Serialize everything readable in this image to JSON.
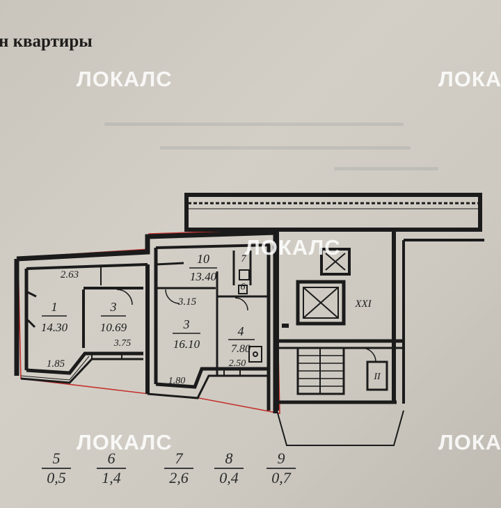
{
  "document": {
    "title": "н квартиры"
  },
  "watermark": {
    "text": "ЛОКАЛС"
  },
  "rooms": [
    {
      "number": "1",
      "area": "14.30"
    },
    {
      "number": "3",
      "area": "10.69"
    },
    {
      "number": "3",
      "area": "16.10"
    },
    {
      "number": "10",
      "area": "13.40"
    },
    {
      "number": "4",
      "area": "7.80"
    },
    {
      "number": "7",
      "area": ""
    },
    {
      "number": "6",
      "area": ""
    },
    {
      "number": "8",
      "area": ""
    },
    {
      "number": "9",
      "area": ""
    }
  ],
  "dimensions": {
    "d1": "2.63",
    "d2": "3.15",
    "d3": "3.75",
    "d4": "1.85",
    "d5": "1.80",
    "d6": "2.50"
  },
  "stair_labels": {
    "upper": "XXI",
    "lower": "II"
  },
  "legend": [
    {
      "num": "5",
      "den": "0,5"
    },
    {
      "num": "6",
      "den": "1,4"
    },
    {
      "num": "7",
      "den": "2,6"
    },
    {
      "num": "8",
      "den": "0,4"
    },
    {
      "num": "9",
      "den": "0,7"
    }
  ],
  "colors": {
    "outline": "#c4312c",
    "ink": "#1b1b1b"
  }
}
